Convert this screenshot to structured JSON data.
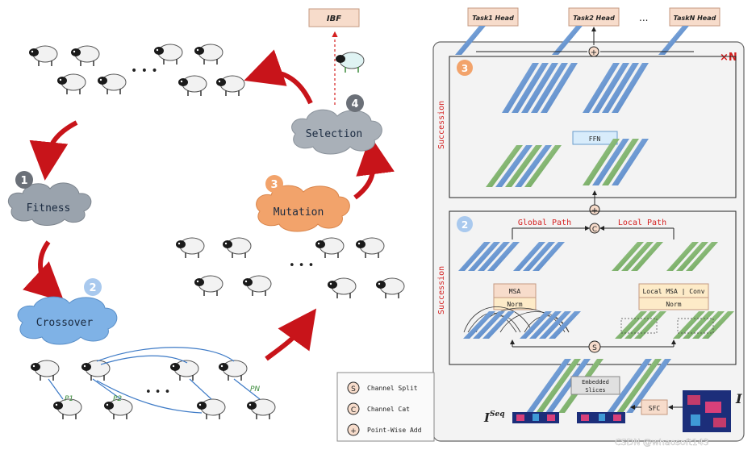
{
  "left": {
    "steps": [
      {
        "number": "1",
        "label": "Fitness"
      },
      {
        "number": "2",
        "label": "Crossover"
      },
      {
        "number": "3",
        "label": "Mutation"
      },
      {
        "number": "4",
        "label": "Selection"
      }
    ],
    "ellipsis": "• • •",
    "ibf_label": "IBF",
    "parent_labels": [
      "P1",
      "P2",
      "PN"
    ],
    "colors": {
      "fitness_cloud": "#9aa3ad",
      "crossover_cloud": "#7fb2e6",
      "mutation_cloud": "#f2a36b",
      "selection_cloud": "#a9b0b8",
      "arrow": "#c8141a"
    }
  },
  "right": {
    "heads": [
      "Task1 Head",
      "Task2 Head",
      "TaskN Head"
    ],
    "heads_ellipsis": "...",
    "times_n": "×N",
    "section_numbers": [
      "3",
      "2"
    ],
    "succession_label": "Succession",
    "ffn_label": "FFN",
    "global_path_label": "Global Path",
    "local_path_label": "Local Path",
    "msa_label": "MSA",
    "norm_label": "Norm",
    "local_msa_label": "Local MSA | Conv",
    "embedded_label_1": "Embedded",
    "embedded_label_2": "Slices",
    "sfc_label": "SFC",
    "i_seq_label": "I",
    "i_seq_sup": "Seq",
    "i_label": "I",
    "ops": {
      "plus": "+",
      "cat": "C",
      "split": "S"
    },
    "legend": [
      {
        "symbol": "S",
        "text": "Channel Split"
      },
      {
        "symbol": "C",
        "text": "Channel Cat"
      },
      {
        "symbol": "+",
        "text": "Point-Wise Add"
      }
    ],
    "colors": {
      "blue": "#5b8fd0",
      "green": "#7fb56a",
      "head_fill": "#f7dccb",
      "accent_red": "#d42020"
    }
  },
  "watermark": "CSDN @whaosoft143"
}
